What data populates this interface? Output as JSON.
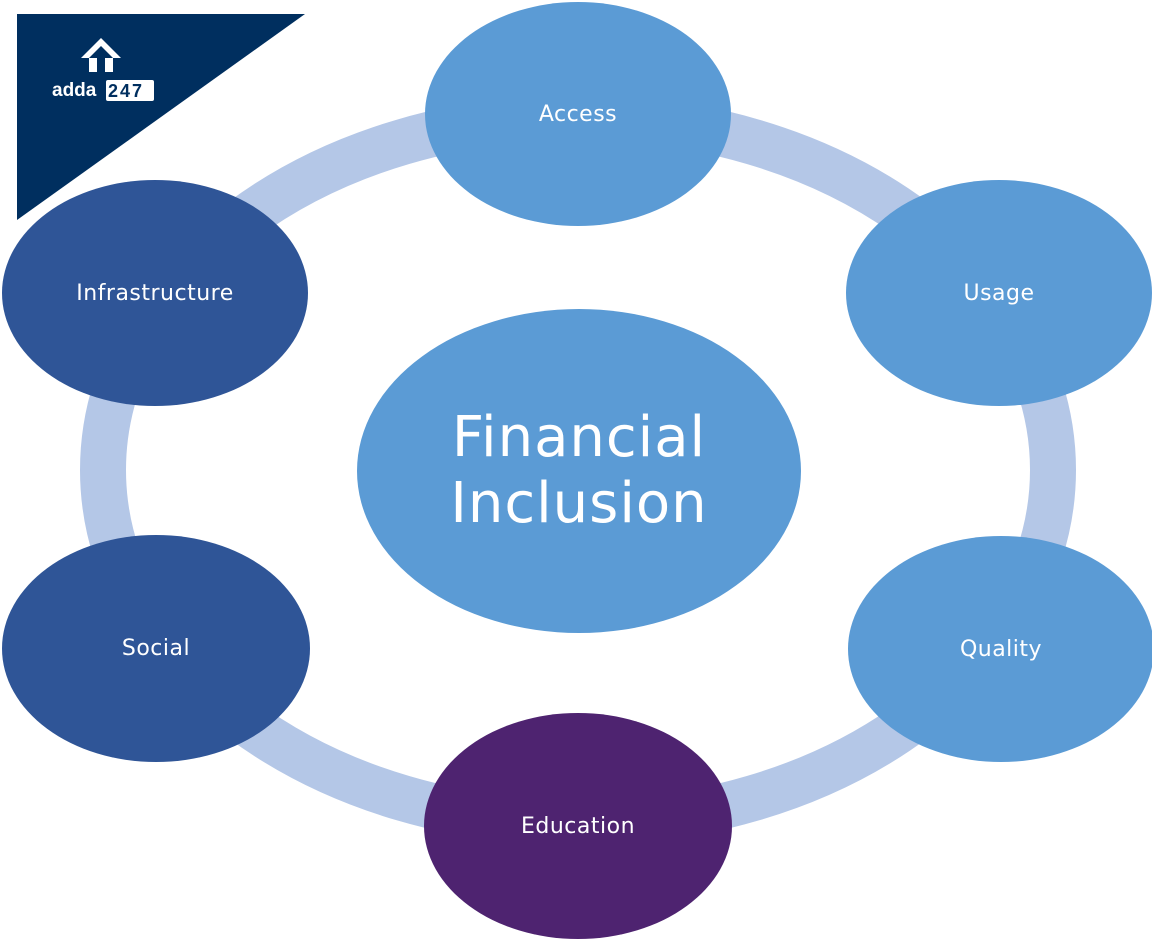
{
  "diagram": {
    "center": {
      "label": "Financial\nInclusion"
    },
    "nodes": {
      "access": "Access",
      "usage": "Usage",
      "quality": "Quality",
      "education": "Education",
      "social": "Social",
      "infrastructure": "Infrastructure"
    }
  },
  "logo": {
    "brand": "adda",
    "brand_number": "247"
  },
  "colors": {
    "light_blue": "#5b9bd5",
    "dark_blue": "#2f5597",
    "purple": "#4e2370",
    "ring": "#b4c7e7",
    "logo_background": "#002f5f"
  }
}
